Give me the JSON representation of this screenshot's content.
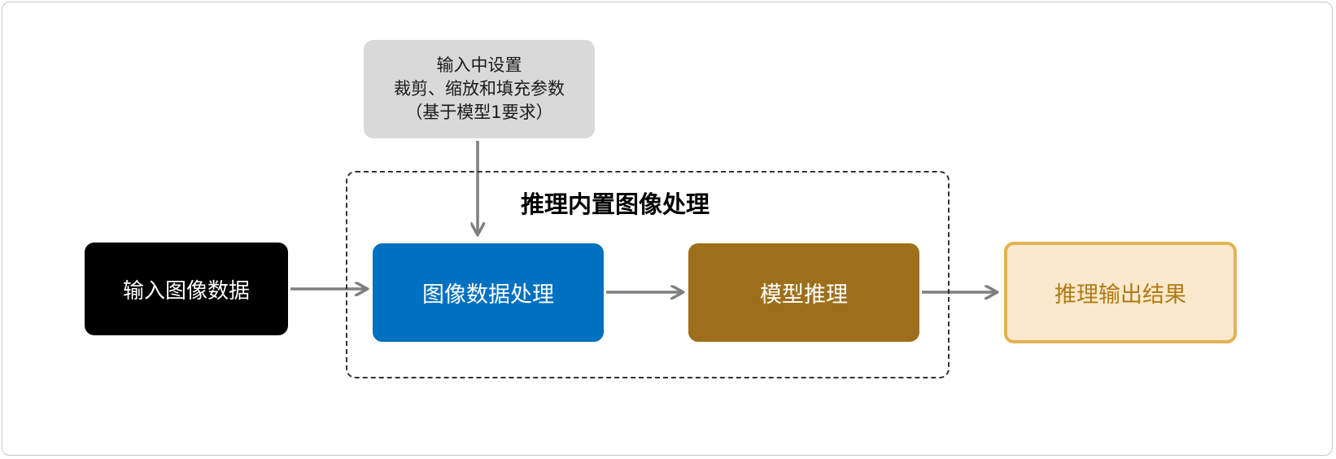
{
  "diagram": {
    "input_node": {
      "label": "输入图像数据"
    },
    "config_node": {
      "lines": [
        "输入中设置",
        "裁剪、缩放和填充参数",
        "（基于模型1要求）"
      ]
    },
    "group": {
      "title": "推理内置图像处理"
    },
    "preprocess_node": {
      "label": "图像数据处理"
    },
    "inference_node": {
      "label": "模型推理"
    },
    "output_node": {
      "label": "推理输出结果"
    }
  },
  "colors": {
    "input_bg": "#000000",
    "config_bg": "#d9d9d9",
    "preprocess_bg": "#0070c0",
    "inference_bg": "#9e6f1a",
    "output_bg": "#fbe9cd",
    "output_border": "#e2b254",
    "arrow": "#7f7f7f"
  }
}
